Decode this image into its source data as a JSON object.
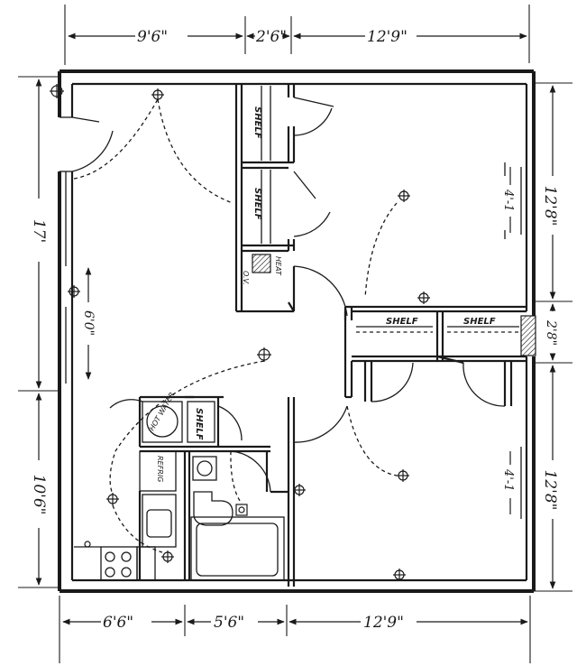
{
  "dimensions": {
    "top": [
      "9'6\"",
      "2'6\"",
      "12'9\""
    ],
    "bottom": [
      "6'6\"",
      "5'6\"",
      "12'9\""
    ],
    "left": [
      "17'",
      "6'0\"",
      "10'6\""
    ],
    "right": [
      "12'8\"",
      "2'8\"",
      "12'8\""
    ],
    "interior": [
      "4'-1",
      "4'-1"
    ]
  },
  "labels": {
    "shelf": "SHELF",
    "heat": "HEAT",
    "water_heater": "HOT WATER",
    "refrigerator": "REFRIG",
    "ov": "O.V."
  }
}
